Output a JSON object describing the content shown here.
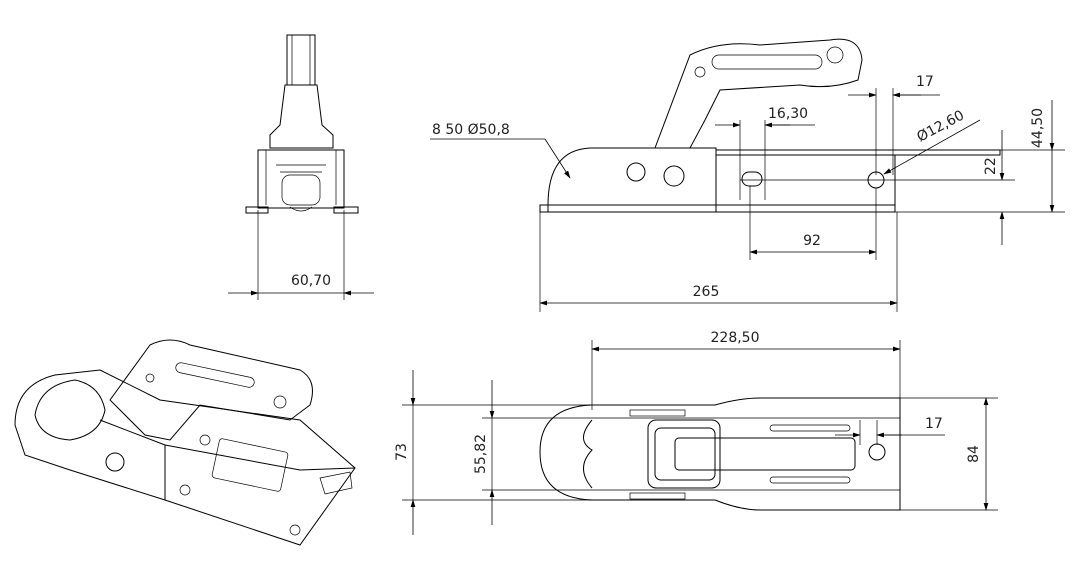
{
  "dimensions": {
    "side_width": "60,70",
    "ball_dia": "8 50 Ø50,8",
    "offset": "16,30",
    "gap": "17",
    "hole_dia": "Ø12,60",
    "height": "44,50",
    "hole_height": "22",
    "hole_spacing": "92",
    "total_length": "265",
    "top_length": "228,50",
    "outer_width": "73",
    "inner_width": "55,82",
    "gap_top": "17",
    "flange_width": "84"
  }
}
